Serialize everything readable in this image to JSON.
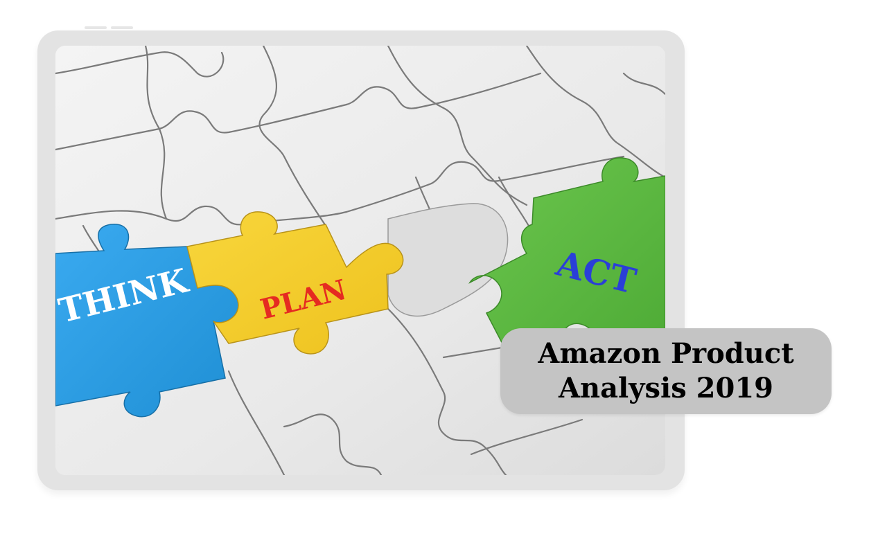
{
  "title": {
    "line1": "Amazon Product",
    "line2": "Analysis 2019"
  },
  "puzzle_words": {
    "think": "THINK",
    "plan": "PLAN",
    "act": "ACT"
  },
  "colors": {
    "frame": "#e3e3e3",
    "title_box": "#c4c4c4",
    "think_piece": "#2f9fe0",
    "think_text": "#ffffff",
    "plan_piece": "#f5cf2e",
    "plan_text": "#e52b21",
    "act_piece": "#5dbb44",
    "act_text": "#2a3fd8",
    "puzzle_grey": "#eeeeee"
  },
  "icons": {
    "background": "puzzle-pieces-image"
  }
}
